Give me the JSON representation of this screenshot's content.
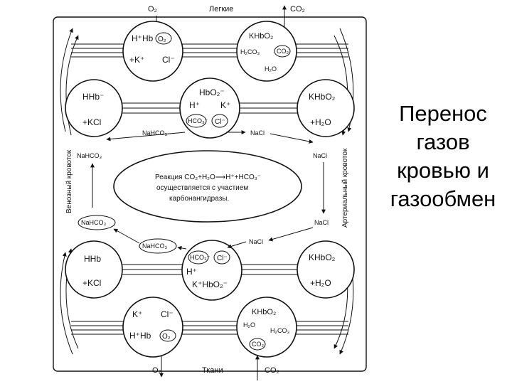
{
  "side_title": {
    "line1": "Перенос",
    "line2": "газов",
    "line3": "кровью и",
    "line4": "газообмен"
  },
  "diagram": {
    "top": {
      "o2": "O₂",
      "lungs": "Легкие",
      "co2": "CO₂"
    },
    "bottom": {
      "o2": "O₂",
      "tissues": "Ткани",
      "co2": "CO₂"
    },
    "side": {
      "venous": "Венозный кровоток",
      "arterial": "Артериальный кровоток"
    },
    "center_reaction": {
      "line1": "Реакция CO₂+H₂O⟶H⁺+HCO₃⁻",
      "line2": "осуществляется с участием",
      "line3": "карбонангидразы."
    },
    "circles": {
      "top_left": {
        "l1": "H⁺Hb",
        "o2": "O₂",
        "l2": "+K⁺",
        "l3": "Cl⁻"
      },
      "top_right": {
        "l1": "KHbO₂",
        "h2co3": "H₂CO₃",
        "co2": "CO₂",
        "h2o": "H₂O"
      },
      "mid_left_upper": {
        "l1": "HHb⁻",
        "l2": "+KCl"
      },
      "top_center": {
        "l1": "HbO₂⁻",
        "h": "H⁺",
        "k": "K⁺",
        "hco3": "HCO₃⁻",
        "cl": "Cl⁻"
      },
      "mid_right_upper": {
        "l1": "KHbO₂",
        "l2": "+H₂O"
      },
      "mid_left_lower": {
        "l1": "HHb",
        "l2": "+KCl"
      },
      "bottom_center": {
        "hco3": "HCO₃⁻",
        "cl": "Cl⁻",
        "h": "H⁺",
        "l2": "K⁺HbO₂⁻"
      },
      "mid_right_lower": {
        "l1": "KHbO₂",
        "l2": "+H₂O"
      },
      "bottom_left": {
        "k": "K⁺",
        "cl": "Cl⁻",
        "l2": "H⁺Hb",
        "o2": "O₂"
      },
      "bottom_right": {
        "l1": "KHbO₂",
        "h2o": "H₂O",
        "h2co3": "H₂CO₃",
        "co2": "CO₂"
      }
    },
    "labels": {
      "nahco3_top": "NaHCO₃",
      "nacl_top": "NaCl",
      "nahco3_left": "NaHCO₃",
      "nacl_right": "NaCl",
      "nahco3_left_box": "NaHCO₃",
      "nacl_right2": "NaCl",
      "nahco3_bottom_box": "NaHCO₃",
      "nacl_bottom": "NaCl"
    }
  }
}
